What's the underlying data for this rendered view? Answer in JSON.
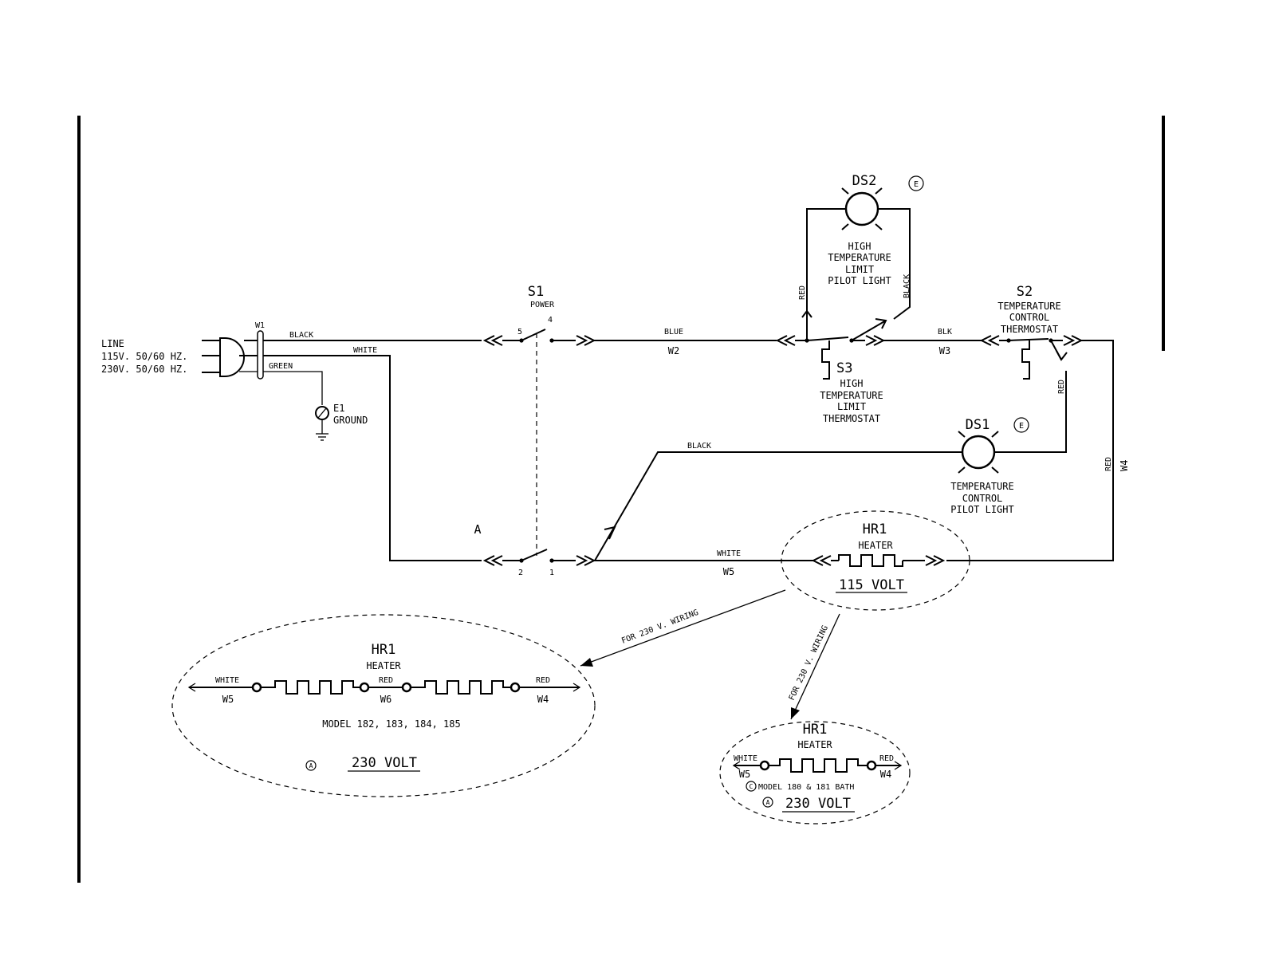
{
  "line_label": [
    "LINE",
    "115V. 50/60 HZ.",
    "230V. 50/60 HZ."
  ],
  "w1": "W1",
  "wire_black": "BLACK",
  "wire_white": "WHITE",
  "wire_green": "GREEN",
  "ground": {
    "id": "E1",
    "label": "GROUND"
  },
  "s1": {
    "id": "S1",
    "label": "POWER",
    "terms": [
      "5",
      "4",
      "2",
      "1"
    ]
  },
  "point_a": "A",
  "blue": "BLUE",
  "w2": "W2",
  "ds2": {
    "id": "DS2",
    "note": "E",
    "label": [
      "HIGH",
      "TEMPERATURE",
      "LIMIT",
      "PILOT LIGHT"
    ],
    "left_wire": "RED",
    "right_wire": "BLACK"
  },
  "s3": {
    "id": "S3",
    "label": [
      "HIGH",
      "TEMPERATURE",
      "LIMIT",
      "THERMOSTAT"
    ]
  },
  "blk": "BLK",
  "w3": "W3",
  "s2": {
    "id": "S2",
    "label": [
      "TEMPERATURE",
      "CONTROL",
      "THERMOSTAT"
    ],
    "wire": "RED"
  },
  "w4_vertical": {
    "color": "RED",
    "id": "W4"
  },
  "ds1": {
    "id": "DS1",
    "note": "E",
    "label": [
      "TEMPERATURE",
      "CONTROL",
      "PILOT LIGHT"
    ],
    "wire": "BLACK"
  },
  "bottom_wire": {
    "color": "WHITE",
    "id": "W5"
  },
  "hr1_115": {
    "id": "HR1",
    "label": "HEATER",
    "voltage": "115 VOLT"
  },
  "for_230": "FOR 230 V. WIRING",
  "hr1_230_big": {
    "id": "HR1",
    "label": "HEATER",
    "left": {
      "color": "WHITE",
      "id": "W5"
    },
    "mid": {
      "color": "RED",
      "id": "W6"
    },
    "right": {
      "color": "RED",
      "id": "W4"
    },
    "model": "MODEL 182, 183, 184, 185",
    "note": "A",
    "voltage": "230 VOLT"
  },
  "hr1_230_small": {
    "id": "HR1",
    "label": "HEATER",
    "left": {
      "color": "WHITE",
      "id": "W5"
    },
    "right": {
      "color": "RED",
      "id": "W4"
    },
    "model_note": "C",
    "model": "MODEL 180 & 181 BATH",
    "note": "A",
    "voltage": "230 VOLT"
  }
}
